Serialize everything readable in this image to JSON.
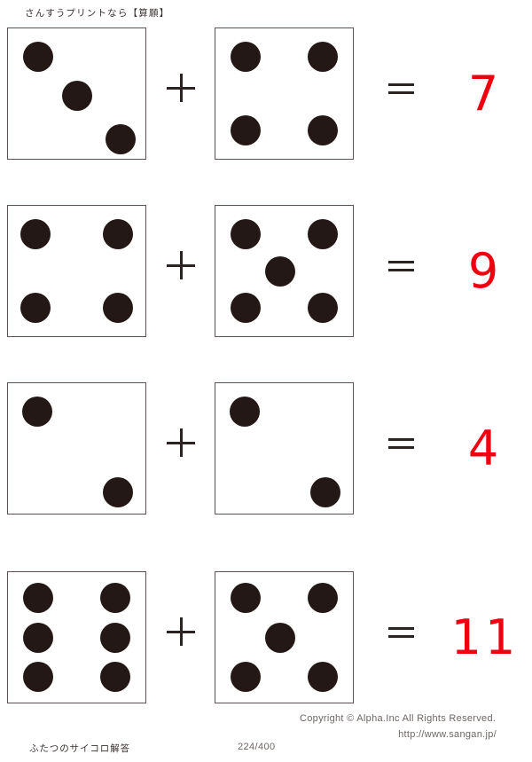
{
  "header": {
    "title": "さんすうプリントなら【算願】"
  },
  "operators": {
    "plus": "+",
    "equals": "="
  },
  "colors": {
    "pip": "#231815",
    "die_border": "#5a5150",
    "answer_red": "#ee0011",
    "text": "#3a3230",
    "footer_text": "#6d6663",
    "background": "#ffffff"
  },
  "chart_data": {
    "type": "table",
    "title": "ふたつのサイコロ解答",
    "xlabel": "",
    "ylabel": "",
    "columns": [
      "left_die",
      "operator",
      "right_die",
      "equals",
      "answer"
    ],
    "rows": [
      {
        "left_die": 3,
        "operator": "+",
        "right_die": 4,
        "equals": "=",
        "answer": "7"
      },
      {
        "left_die": 4,
        "operator": "+",
        "right_die": 5,
        "equals": "=",
        "answer": "9"
      },
      {
        "left_die": 2,
        "operator": "+",
        "right_die": 2,
        "equals": "=",
        "answer": "4"
      },
      {
        "left_die": 6,
        "operator": "+",
        "right_die": 5,
        "equals": "=",
        "answer": "11"
      }
    ]
  },
  "problems": [
    {
      "left_value": 3,
      "left_pips": [
        [
          22,
          22
        ],
        [
          50,
          52
        ],
        [
          82,
          85
        ]
      ],
      "right_value": 4,
      "right_pips": [
        [
          22,
          22
        ],
        [
          78,
          22
        ],
        [
          22,
          78
        ],
        [
          78,
          78
        ]
      ],
      "answer": "7"
    },
    {
      "left_value": 4,
      "left_pips": [
        [
          20,
          22
        ],
        [
          80,
          22
        ],
        [
          20,
          78
        ],
        [
          80,
          78
        ]
      ],
      "right_value": 5,
      "right_pips": [
        [
          22,
          22
        ],
        [
          78,
          22
        ],
        [
          47,
          50
        ],
        [
          22,
          78
        ],
        [
          78,
          78
        ]
      ],
      "answer": "9"
    },
    {
      "left_value": 2,
      "left_pips": [
        [
          21,
          22
        ],
        [
          80,
          84
        ]
      ],
      "right_value": 2,
      "right_pips": [
        [
          21,
          22
        ],
        [
          80,
          84
        ]
      ],
      "answer": "4"
    },
    {
      "left_value": 6,
      "left_pips": [
        [
          22,
          20
        ],
        [
          78,
          20
        ],
        [
          22,
          50
        ],
        [
          78,
          50
        ],
        [
          22,
          80
        ],
        [
          78,
          80
        ]
      ],
      "right_value": 5,
      "right_pips": [
        [
          22,
          20
        ],
        [
          78,
          20
        ],
        [
          47,
          50
        ],
        [
          22,
          80
        ],
        [
          78,
          80
        ]
      ],
      "answer": "11"
    }
  ],
  "footer": {
    "label": "ふたつのサイコロ解答",
    "page": "224/400",
    "copyright": "Copyright ©  Alpha.Inc All Rights Reserved.",
    "url": "http://www.sangan.jp/"
  }
}
